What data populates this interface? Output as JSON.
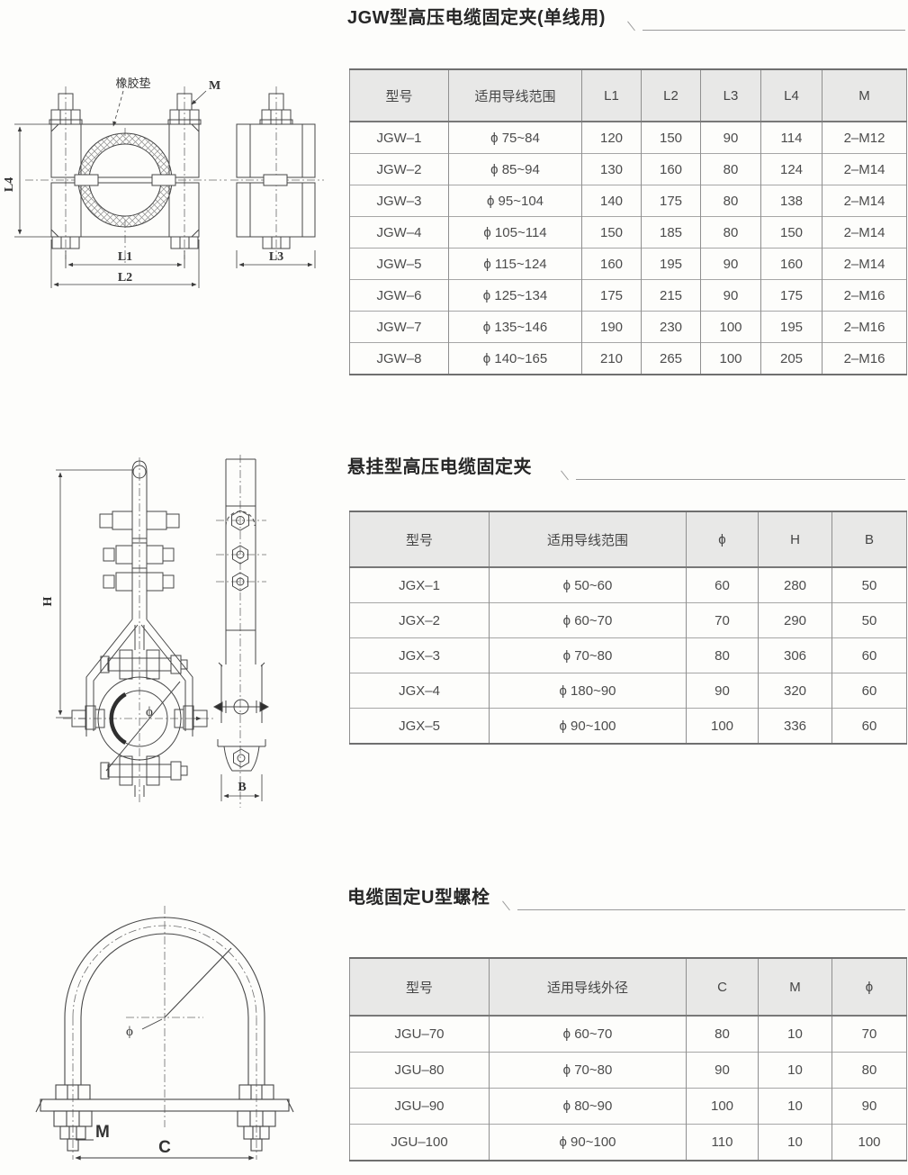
{
  "sections": [
    {
      "title": "JGW型高压电缆固定夹(单线用)",
      "drawing_labels": {
        "rubber_pad": "橡胶垫",
        "m": "M",
        "l1": "L1",
        "l2": "L2",
        "l3": "L3",
        "l4": "L4"
      },
      "table": {
        "headers": [
          "型号",
          "适用导线范围",
          "L1",
          "L2",
          "L3",
          "L4",
          "M"
        ],
        "rows": [
          [
            "JGW–1",
            "ϕ 75~84",
            "120",
            "150",
            "90",
            "114",
            "2–M12"
          ],
          [
            "JGW–2",
            "ϕ 85~94",
            "130",
            "160",
            "80",
            "124",
            "2–M14"
          ],
          [
            "JGW–3",
            "ϕ 95~104",
            "140",
            "175",
            "80",
            "138",
            "2–M14"
          ],
          [
            "JGW–4",
            "ϕ 105~114",
            "150",
            "185",
            "80",
            "150",
            "2–M14"
          ],
          [
            "JGW–5",
            "ϕ 115~124",
            "160",
            "195",
            "90",
            "160",
            "2–M14"
          ],
          [
            "JGW–6",
            "ϕ 125~134",
            "175",
            "215",
            "90",
            "175",
            "2–M16"
          ],
          [
            "JGW–7",
            "ϕ 135~146",
            "190",
            "230",
            "100",
            "195",
            "2–M16"
          ],
          [
            "JGW–8",
            "ϕ 140~165",
            "210",
            "265",
            "100",
            "205",
            "2–M16"
          ]
        ]
      }
    },
    {
      "title": "悬挂型高压电缆固定夹",
      "drawing_labels": {
        "h": "H",
        "b": "B",
        "phi": "ϕ"
      },
      "table": {
        "headers": [
          "型号",
          "适用导线范围",
          "ϕ",
          "H",
          "B"
        ],
        "rows": [
          [
            "JGX–1",
            "ϕ 50~60",
            "60",
            "280",
            "50"
          ],
          [
            "JGX–2",
            "ϕ 60~70",
            "70",
            "290",
            "50"
          ],
          [
            "JGX–3",
            "ϕ 70~80",
            "80",
            "306",
            "60"
          ],
          [
            "JGX–4",
            "ϕ 180~90",
            "90",
            "320",
            "60"
          ],
          [
            "JGX–5",
            "ϕ 90~100",
            "100",
            "336",
            "60"
          ]
        ]
      }
    },
    {
      "title": "电缆固定U型螺栓",
      "drawing_labels": {
        "phi": "ϕ",
        "m": "M",
        "c": "C"
      },
      "table": {
        "headers": [
          "型号",
          "适用导线外径",
          "C",
          "M",
          "ϕ"
        ],
        "rows": [
          [
            "JGU–70",
            "ϕ 60~70",
            "80",
            "10",
            "70"
          ],
          [
            "JGU–80",
            "ϕ 70~80",
            "90",
            "10",
            "80"
          ],
          [
            "JGU–90",
            "ϕ 80~90",
            "100",
            "10",
            "90"
          ],
          [
            "JGU–100",
            "ϕ 90~100",
            "110",
            "10",
            "100"
          ]
        ]
      }
    }
  ]
}
